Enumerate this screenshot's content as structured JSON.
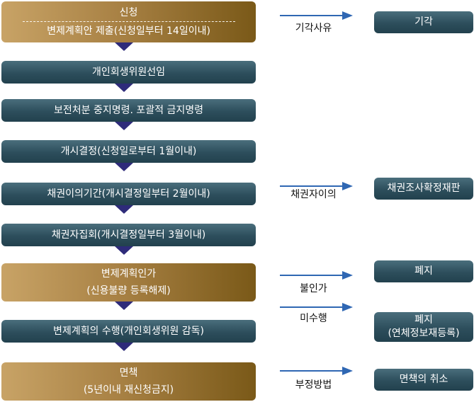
{
  "colors": {
    "teal_box": "#2d4e5c",
    "gold_box": "#a98245",
    "triangle": "#2e2b7a",
    "arrow": "#2f67b3"
  },
  "steps": [
    {
      "line1": "신청",
      "line2": "변제계획안 제출(신청일부터 14일이내)"
    },
    {
      "line1": "개인회생위원선임"
    },
    {
      "line1": "보전처분 중지명령. 포괄적 금지명령"
    },
    {
      "line1": "개시결정(신청일로부터 1월이내)"
    },
    {
      "line1": "채권이의기간(개시결정일부터 2월이내)"
    },
    {
      "line1": "채권자집회(개시결정일부터 3월이내)"
    },
    {
      "line1": "변제계획인가",
      "line2": "(신용불량  등록해제)"
    },
    {
      "line1": "변제계획의 수행(개인회생위원 감독)"
    },
    {
      "line1": "면책",
      "line2": "(5년이내 재신청금지)"
    }
  ],
  "branches": [
    {
      "label": "기각사유",
      "result": "기각"
    },
    {
      "label": "채권자이의",
      "result": "채권조사확정재판"
    },
    {
      "label": "불인가",
      "result": "폐지"
    },
    {
      "label": "미수행",
      "result_line1": "폐지",
      "result_line2": "(연체정보재등록)"
    },
    {
      "label": "부정방법",
      "result": "면책의 취소"
    }
  ]
}
